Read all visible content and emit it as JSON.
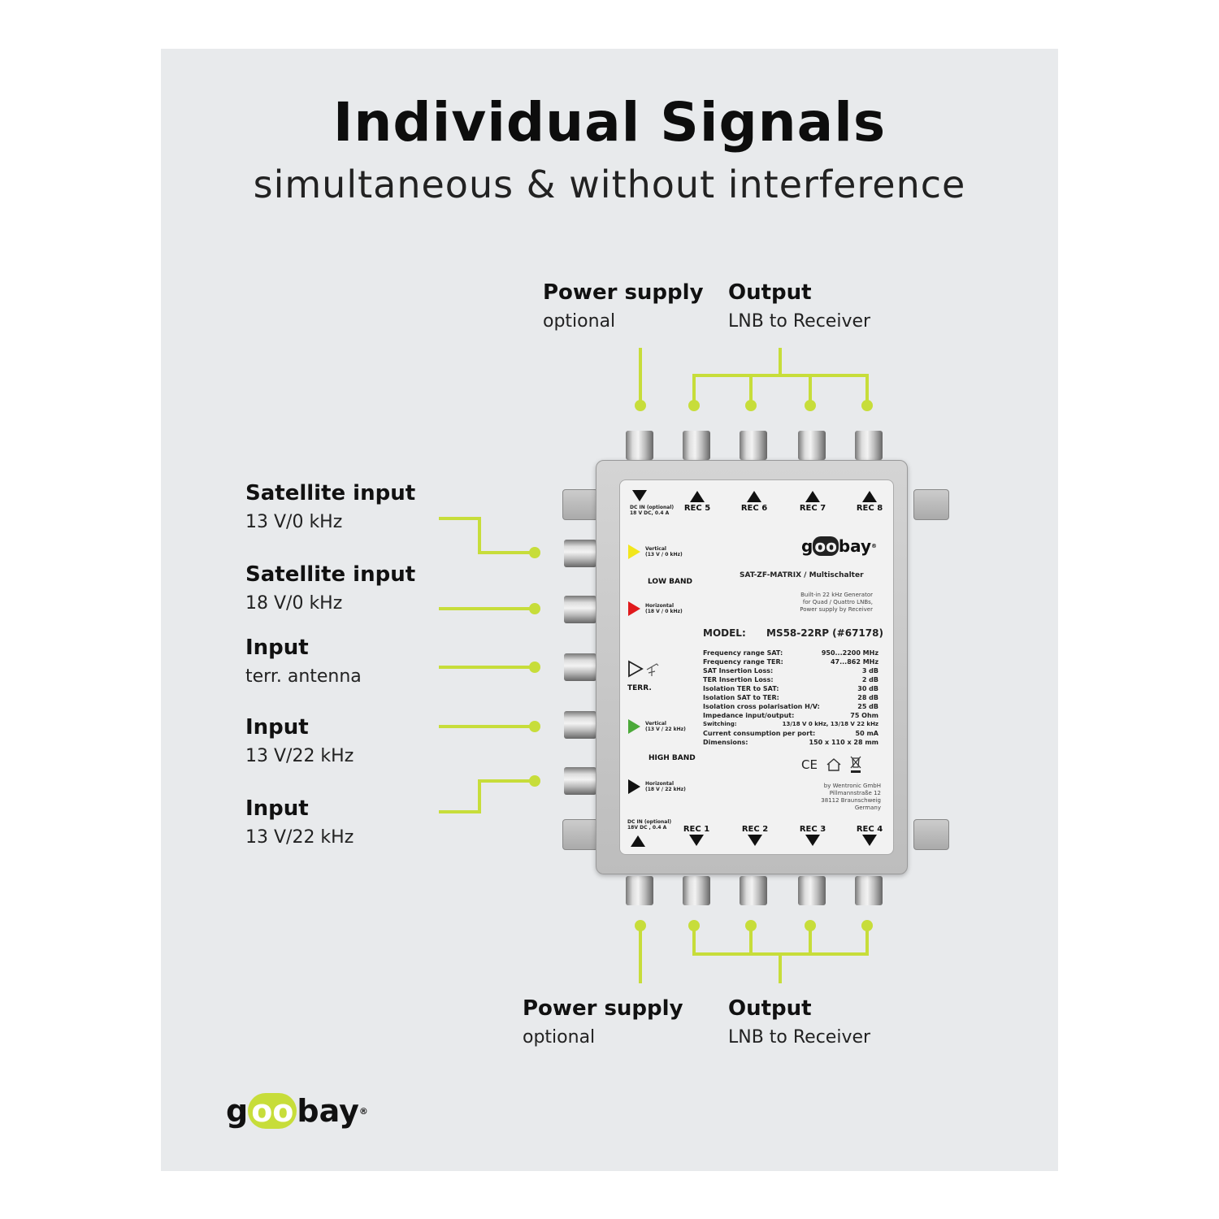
{
  "header": {
    "title": "Individual Signals",
    "subtitle": "simultaneous & without interference"
  },
  "top_labels": {
    "power": {
      "heading": "Power supply",
      "sub": "optional"
    },
    "output": {
      "heading": "Output",
      "sub": "LNB to Receiver"
    }
  },
  "bottom_labels": {
    "power": {
      "heading": "Power supply",
      "sub": "optional"
    },
    "output": {
      "heading": "Output",
      "sub": "LNB to Receiver"
    }
  },
  "left_labels": [
    {
      "heading": "Satellite input",
      "sub": "13 V/0 kHz"
    },
    {
      "heading": "Satellite input",
      "sub": "18 V/0 kHz"
    },
    {
      "heading": "Input",
      "sub": "terr. antenna"
    },
    {
      "heading": "Input",
      "sub": "13 V/22 kHz"
    },
    {
      "heading": "Input",
      "sub": "13 V/22 kHz"
    }
  ],
  "device": {
    "dc_in_top": [
      "DC IN (optional)",
      "18 V DC, 0.4 A"
    ],
    "dc_in_bottom": [
      "DC IN (optional)",
      "18V DC , 0.4 A"
    ],
    "top_ports": [
      "REC 5",
      "REC 6",
      "REC 7",
      "REC 8"
    ],
    "bottom_ports": [
      "REC 1",
      "REC 2",
      "REC 3",
      "REC 4"
    ],
    "brand": {
      "pre": "g",
      "mid": "oo",
      "post": "bay",
      "reg": "®"
    },
    "product_name": "SAT-ZF-MATRIX / Multischalter",
    "features": [
      "Built-in 22 kHz Generator",
      "for Quad / Quattro LNBs,",
      "Power supply by Receiver"
    ],
    "model_label": "MODEL:",
    "model_value": "MS58-22RP (#67178)",
    "low_band": "LOW BAND",
    "high_band": "HIGH BAND",
    "terr": "TERR.",
    "inputs": [
      {
        "name": "Vertical",
        "spec": "(13 V / 0 kHz)",
        "color": "#f2e61c"
      },
      {
        "name": "Horizontal",
        "spec": "(18 V / 0 kHz)",
        "color": "#e0191c"
      },
      {
        "name": "Vertical",
        "spec": "(13 V / 22 kHz)",
        "color": "#4caa3a"
      },
      {
        "name": "Horizontal",
        "spec": "(18 V / 22 kHz)",
        "color": "#111111"
      }
    ],
    "specs": [
      {
        "k": "Frequency range SAT:",
        "v": "950...2200 MHz"
      },
      {
        "k": "Frequency range TER:",
        "v": "47...862 MHz"
      },
      {
        "k": "SAT Insertion Loss:",
        "v": "3 dB"
      },
      {
        "k": "TER Insertion Loss:",
        "v": "2 dB"
      },
      {
        "k": "Isolation TER to SAT:",
        "v": "30 dB"
      },
      {
        "k": "Isolation SAT to TER:",
        "v": "28 dB"
      },
      {
        "k": "Isolation cross polarisation H/V:",
        "v": "25 dB"
      },
      {
        "k": "Impedance input/output:",
        "v": "75 Ohm"
      },
      {
        "k": "Switching:",
        "v": "13/18 V 0 kHz, 13/18 V 22 kHz"
      },
      {
        "k": "Current consumption per port:",
        "v": "50 mA"
      },
      {
        "k": "Dimensions:",
        "v": "150 x 110 x 28 mm"
      }
    ],
    "cert_marks": "CE",
    "manufacturer": [
      "by Wentronic GmbH",
      "Pillmannstraße 12",
      "38112 Braunschweig",
      "Germany"
    ]
  },
  "footer_logo": {
    "pre": "g",
    "mid": "oo",
    "post": "bay",
    "reg": "®"
  },
  "colors": {
    "accent": "#c7dd3a",
    "panel_bg": "#e8eaec",
    "text": "#111111"
  }
}
